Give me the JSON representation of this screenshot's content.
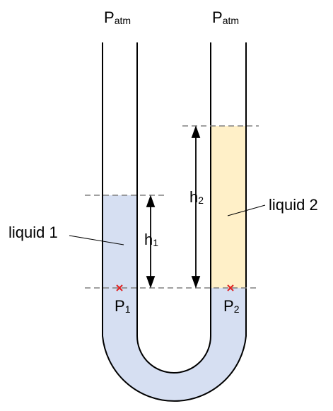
{
  "labels": {
    "atm_left": {
      "main": "P",
      "sub": "atm"
    },
    "atm_right": {
      "main": "P",
      "sub": "atm"
    },
    "liquid1": "liquid 1",
    "liquid2": "liquid 2",
    "h1": {
      "main": "h",
      "sub": "1"
    },
    "h2": {
      "main": "h",
      "sub": "2"
    },
    "p1": {
      "main": "P",
      "sub": "1"
    },
    "p2": {
      "main": "P",
      "sub": "2"
    }
  },
  "colors": {
    "liquid1": "#d6dff2",
    "liquid2": "#fff0c8",
    "tube_wall": "#000000",
    "dashed_line": "#808080",
    "point_marker": "#e02020"
  }
}
